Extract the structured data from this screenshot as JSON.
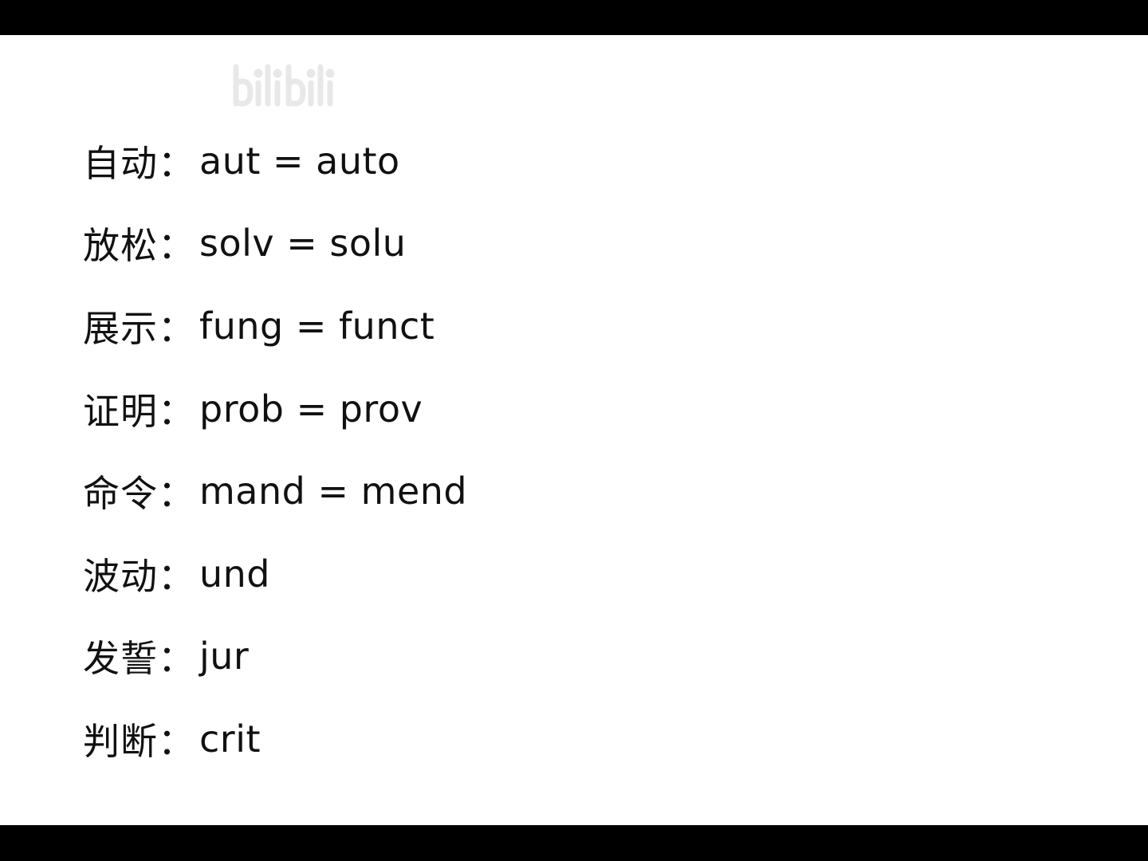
{
  "watermark": {
    "text": "bilibili"
  },
  "entries": [
    {
      "meaning": "自动：",
      "roots": "aut = auto"
    },
    {
      "meaning": "放松：",
      "roots": "solv = solu"
    },
    {
      "meaning": "展示：",
      "roots": "fung = funct"
    },
    {
      "meaning": "证明：",
      "roots": "prob = prov"
    },
    {
      "meaning": "命令：",
      "roots": "mand = mend"
    },
    {
      "meaning": "波动：",
      "roots": "und"
    },
    {
      "meaning": "发誓：",
      "roots": "jur"
    },
    {
      "meaning": "判断：",
      "roots": "crit"
    }
  ],
  "colors": {
    "background": "#ffffff",
    "letterbox": "#000000",
    "text": "#111111",
    "watermark": "#e6e6e6"
  }
}
